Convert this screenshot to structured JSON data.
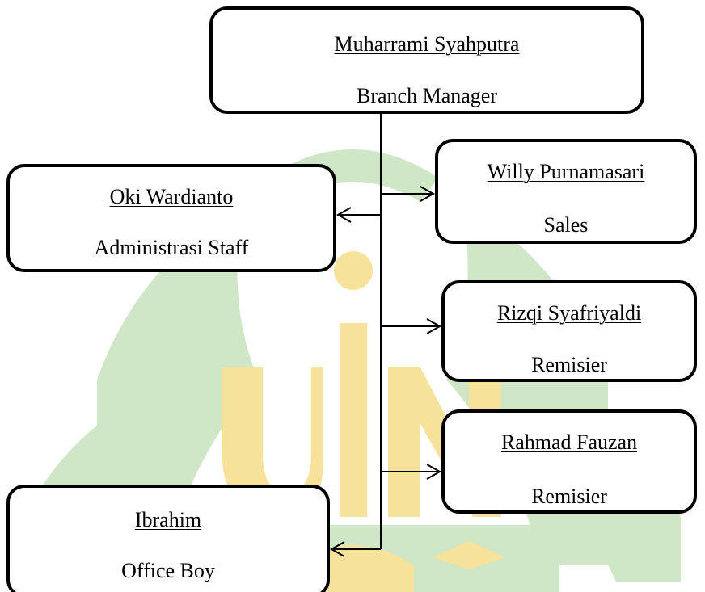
{
  "watermark": {
    "colors": {
      "green": "#cfe7c6",
      "gold": "#f6e29a"
    },
    "icon": "uin-logo-watermark"
  },
  "chart": {
    "manager": {
      "name": "Muharrami Syahputra",
      "role": "Branch Manager"
    },
    "admin": {
      "name": "Oki Wardianto",
      "role": "Administrasi Staff"
    },
    "sales": {
      "name": "Willy Purnamasari",
      "role": "Sales"
    },
    "remisier_1": {
      "name": "Rizqi Syafriyaldi",
      "role": "Remisier"
    },
    "remisier_2": {
      "name": "Rahmad Fauzan",
      "role": "Remisier"
    },
    "office_boy": {
      "name": "Ibrahim",
      "role": "Office Boy"
    }
  },
  "line_color": "#000000"
}
